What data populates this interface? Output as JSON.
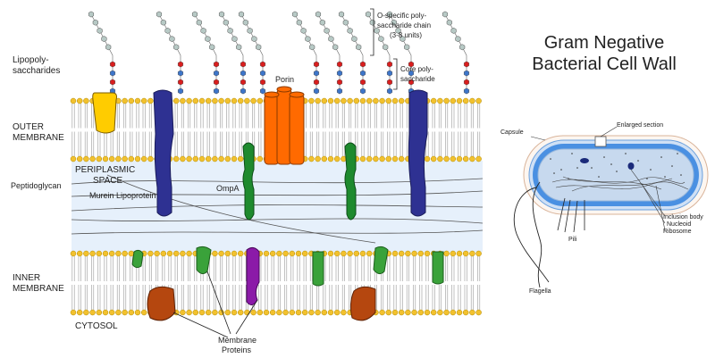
{
  "title": {
    "line1": "Gram Negative",
    "line2": "Bacterial Cell Wall"
  },
  "labels": {
    "lps_line1": "Lipopoly-",
    "lps_line2": "saccharides",
    "outer_line1": "OUTER",
    "outer_line2": "MEMBRANE",
    "periplasmic_line1": "PERIPLASMIC",
    "periplasmic_line2": "SPACE",
    "peptidoglycan": "Peptidoglycan",
    "murein": "Murein Lipoprotein",
    "ompa": "OmpA",
    "porin": "Porin",
    "inner_line1": "INNER",
    "inner_line2": "MEMBRANE",
    "cytosol": "CYTOSOL",
    "membrane_proteins_line1": "Membrane",
    "membrane_proteins_line2": "Proteins",
    "o_chain_line1": "O-specific poly-",
    "o_chain_line2": "saccharide chain",
    "o_chain_line3": "(3-8 units)",
    "core_line1": "Core poly-",
    "core_line2": "saccharide"
  },
  "cell_labels": {
    "capsule": "Capsule",
    "enlarged_section": "Enlarged section",
    "inclusion_body": "Inclusion body",
    "nucleoid": "Nucleoid",
    "ribosome": "Ribosome",
    "pili": "Pili",
    "flagella": "Flagella"
  },
  "colors": {
    "periplasm": "#e6f0fb",
    "lipid_head": "#f2c12e",
    "lipid_outline": "#b08a00",
    "sugar_grey": "#b7c9c5",
    "sugar_red": "#d91e1e",
    "sugar_blue": "#3d75c9",
    "transmembrane_blue": "#2e3192",
    "lipoprotein_yellow": "#ffcc00",
    "porin_orange": "#ff6a00",
    "ompa_green": "#1e8a2e",
    "inner_green": "#3aa23a",
    "purple": "#8b1aa8",
    "brown": "#b5470f",
    "cell_blue": "#4a90e2",
    "cell_light": "#c7d9ee"
  }
}
